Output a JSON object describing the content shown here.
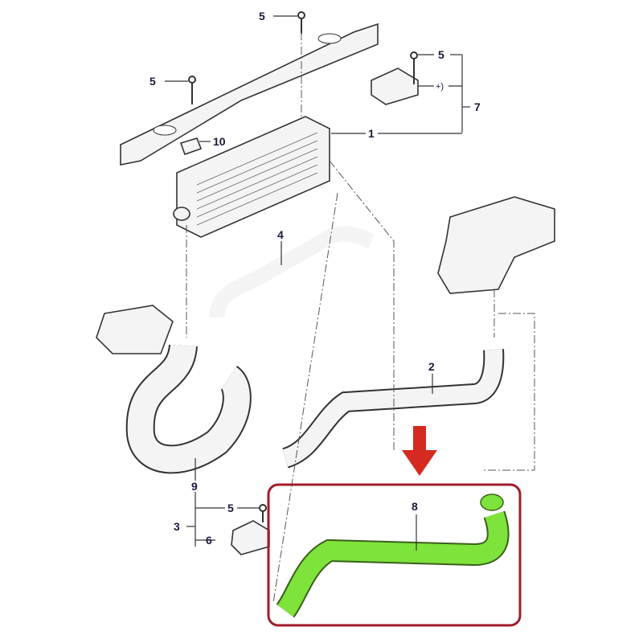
{
  "diagram": {
    "labels": {
      "bolt_top": "5",
      "bolt_left": "5",
      "bolt_right": "5",
      "sensor_note": "+)",
      "assembly_7": "7",
      "intercooler_1": "1",
      "bracket_10": "10",
      "pipe_4": "4",
      "hose_2": "2",
      "hose_9": "9",
      "assembly_3": "3",
      "bolt_bottom": "5",
      "sensor_6": "6",
      "hose_8": "8"
    },
    "colors": {
      "highlight_hose": "#7ee33a",
      "highlight_box": "#a01c2a",
      "arrow": "#d42a20",
      "line": "#333333"
    }
  }
}
